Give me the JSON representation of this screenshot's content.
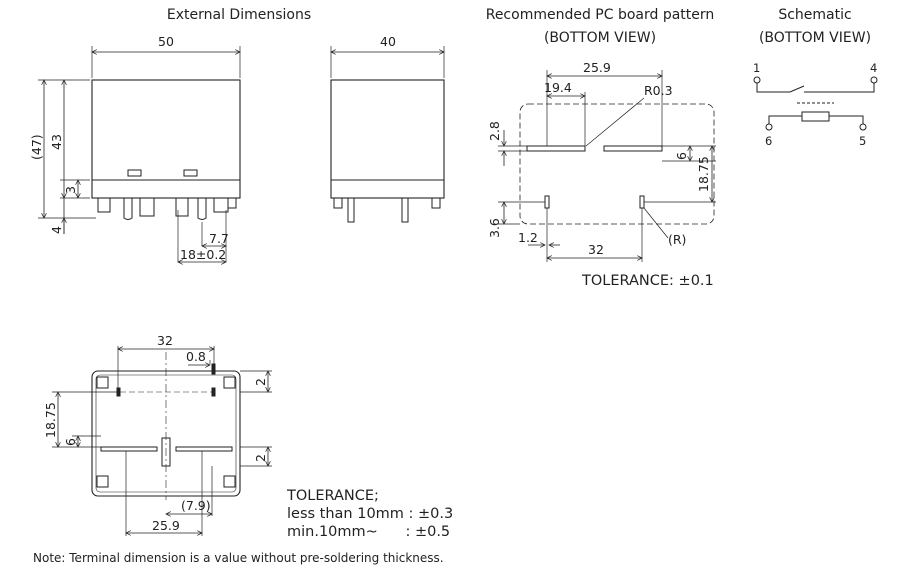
{
  "headings": {
    "external": "External Dimensions",
    "pcb_line1": "Recommended PC board pattern",
    "pcb_line2": "(BOTTOM VIEW)",
    "schematic_line1": "Schematic",
    "schematic_line2": "(BOTTOM VIEW)"
  },
  "front_view": {
    "width": "50",
    "height_total": "(47)",
    "height_body": "43",
    "height_standoff": "3",
    "height_pin": "4",
    "pin_pitch": "7.7",
    "pin_span": "18±0.2"
  },
  "side_view": {
    "width": "40"
  },
  "pcb_pattern": {
    "span_outer": "25.9",
    "span_inner": "19.4",
    "radius": "R0.3",
    "slot_height": "2.8",
    "slot_gap": "6",
    "row_pitch": "18.75",
    "pin_offset": "3.6",
    "pin_width": "1.2",
    "pin_span": "32",
    "corner_radius": "(R)",
    "tolerance": "TOLERANCE: ±0.1"
  },
  "schematic": {
    "pins": [
      "1",
      "4",
      "6",
      "5"
    ]
  },
  "bottom_view": {
    "pin_span": "32",
    "pin_width": "0.8",
    "top_margin": "2",
    "row_pitch": "18.75",
    "slot_gap": "6",
    "bottom_margin": "2",
    "center_offset": "(7.9)",
    "slot_span": "25.9",
    "tolerance_title": "TOLERANCE;",
    "tolerance_small": "less than 10mm : ±0.3",
    "tolerance_large": "min.10mm~      : ±0.5"
  },
  "footnote": "Note: Terminal dimension is a value without pre-soldering thickness."
}
